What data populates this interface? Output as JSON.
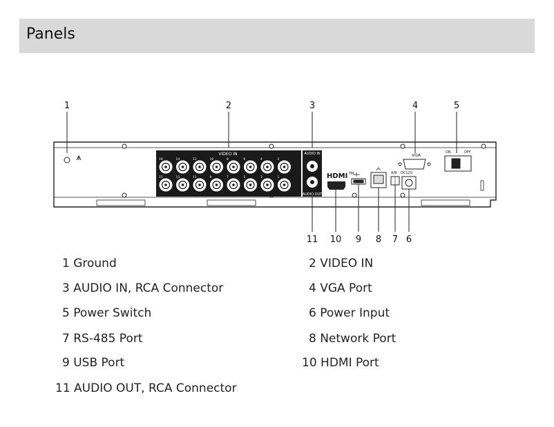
{
  "header": {
    "title": "Panels"
  },
  "diagram": {
    "callouts_top": [
      "1",
      "2",
      "3",
      "4",
      "5"
    ],
    "callouts_bottom": [
      "11",
      "10",
      "9",
      "8",
      "7",
      "6"
    ],
    "panel_labels": {
      "video_in": "VIDEO IN",
      "audio_in": "AUDIO IN",
      "audio_out": "AUDIO OUT",
      "vga": "VGA",
      "hdmi": "HDMI",
      "hdmi_tm": "TM",
      "on": "ON",
      "off": "OFF",
      "ab": "A/B",
      "dc": "DC12V",
      "bnc_top_numbers": [
        "16",
        "14",
        "12",
        "10",
        "8",
        "6",
        "4",
        "2"
      ],
      "bnc_bottom_numbers": [
        "15",
        "13",
        "11",
        "9",
        "7",
        "5",
        "3",
        "1"
      ]
    }
  },
  "legend": {
    "left": [
      "1 Ground",
      "3 AUDIO IN, RCA Connector",
      "5 Power Switch",
      "7 RS-485 Port",
      "9 USB Port",
      "11 AUDIO OUT, RCA Connector"
    ],
    "right": [
      "2 VIDEO IN",
      "4 VGA Port",
      "6 Power Input",
      "8 Network Port",
      "10 HDMI Port"
    ]
  }
}
